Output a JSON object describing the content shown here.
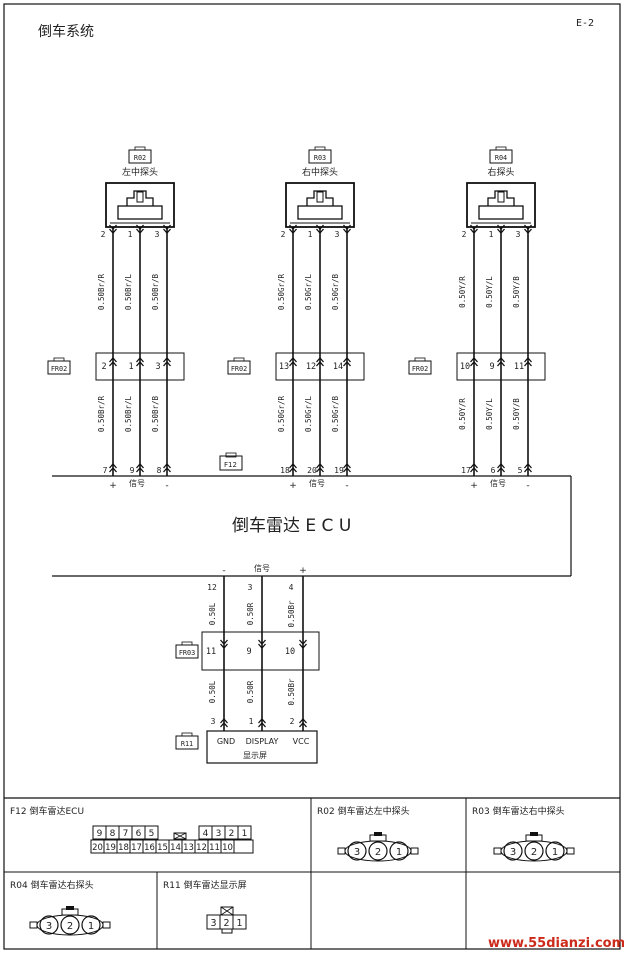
{
  "page": {
    "title": "倒车系统",
    "page_code": "E-2",
    "watermark": "www.55dianzi.com"
  },
  "ecu": {
    "label": "倒车雷达 E C U",
    "connector": "F12",
    "sign_labels": {
      "plus": "+",
      "minus": "-",
      "signal": "信号"
    }
  },
  "sensors": [
    {
      "code": "R02",
      "name": "左中探头",
      "inline": "FR02",
      "top_pins": [
        "2",
        "1",
        "3"
      ],
      "mid_pins": [
        "2",
        "1",
        "3"
      ],
      "ecu_pins": [
        "7",
        "9",
        "8"
      ],
      "wires_upper": [
        "0.50Br/R",
        "0.50Br/L",
        "0.50Br/B"
      ],
      "wires_lower": [
        "0.50Br/R",
        "0.50Br/L",
        "0.50Br/B"
      ]
    },
    {
      "code": "R03",
      "name": "右中探头",
      "inline": "FR02",
      "top_pins": [
        "2",
        "1",
        "3"
      ],
      "mid_pins": [
        "13",
        "12",
        "14"
      ],
      "ecu_pins": [
        "18",
        "20",
        "19"
      ],
      "wires_upper": [
        "0.50Gr/R",
        "0.50Gr/L",
        "0.50Gr/B"
      ],
      "wires_lower": [
        "0.50Gr/R",
        "0.50Gr/L",
        "0.50Gr/B"
      ]
    },
    {
      "code": "R04",
      "name": "右探头",
      "inline": "FR02",
      "top_pins": [
        "2",
        "1",
        "3"
      ],
      "mid_pins": [
        "10",
        "9",
        "11"
      ],
      "ecu_pins": [
        "17",
        "6",
        "5"
      ],
      "wires_upper": [
        "0.50Y/R",
        "0.50Y/L",
        "0.50Y/B"
      ],
      "wires_lower": [
        "0.50Y/R",
        "0.50Y/L",
        "0.50Y/B"
      ]
    }
  ],
  "display": {
    "connector": "R11",
    "inline": "FR03",
    "name": "显示屏",
    "ecu_pins": [
      "12",
      "3",
      "4"
    ],
    "mid_pins": [
      "11",
      "9",
      "10"
    ],
    "end_pins": [
      "3",
      "1",
      "2"
    ],
    "terminals": [
      "GND",
      "DISPLAY",
      "VCC"
    ],
    "wires_upper": [
      "0.50L",
      "0.50R",
      "0.50Br"
    ],
    "wires_lower": [
      "0.50L",
      "0.50R",
      "0.50Br"
    ],
    "sign_labels": {
      "minus": "-",
      "signal": "信号",
      "plus": "+"
    }
  },
  "legend": {
    "f12": {
      "title": "F12  倒车雷达ECU",
      "row1": [
        "9",
        "8",
        "7",
        "6",
        "5",
        "4",
        "3",
        "2",
        "1"
      ],
      "row2": [
        "20",
        "19",
        "18",
        "17",
        "16",
        "15",
        "14",
        "13",
        "12",
        "11",
        "10"
      ]
    },
    "r02": {
      "title": "R02  倒车雷达左中探头",
      "pins": [
        "3",
        "2",
        "1"
      ]
    },
    "r03": {
      "title": "R03  倒车雷达右中探头",
      "pins": [
        "3",
        "2",
        "1"
      ]
    },
    "r04": {
      "title": "R04  倒车雷达右探头",
      "pins": [
        "3",
        "2",
        "1"
      ]
    },
    "r11": {
      "title": "R11  倒车雷达显示屏",
      "pins": [
        "3",
        "2",
        "1"
      ]
    }
  }
}
